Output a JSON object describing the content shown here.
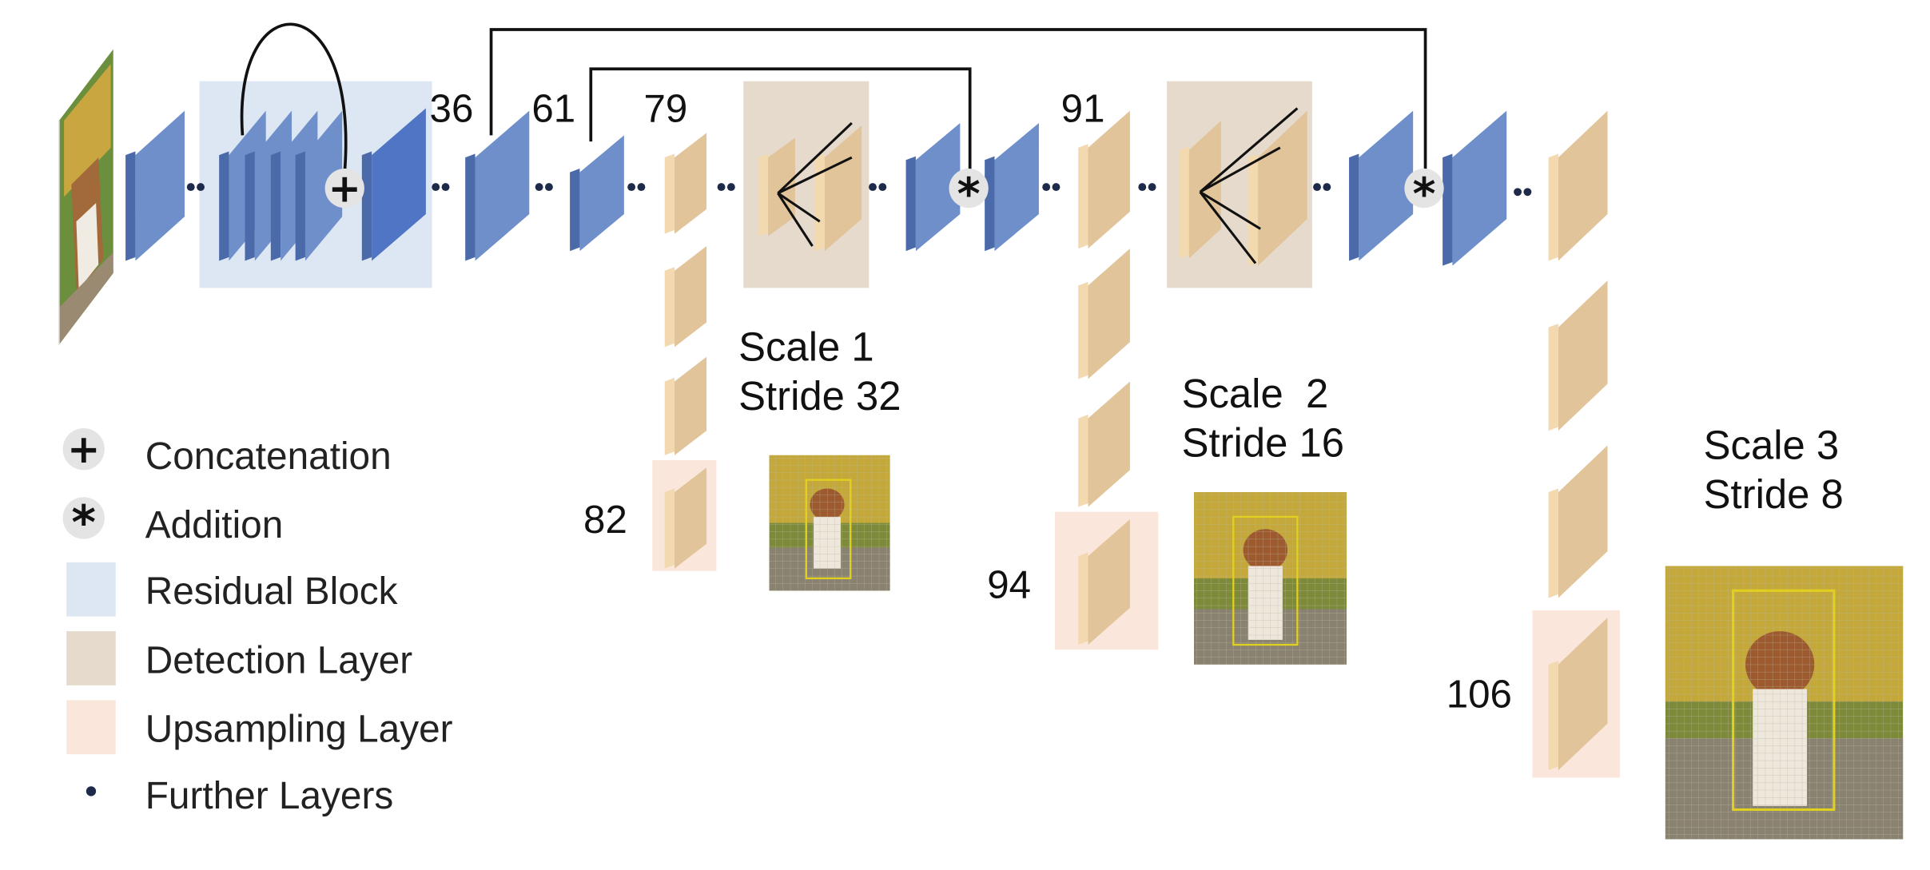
{
  "layer_numbers": [
    "36",
    "61",
    "79",
    "91",
    "82",
    "94",
    "106"
  ],
  "scales": [
    {
      "scale": "Scale 1",
      "stride": "Stride 32"
    },
    {
      "scale": "Scale  2",
      "stride": "Stride 16"
    },
    {
      "scale": "Scale 3",
      "stride": "Stride 8"
    }
  ],
  "symbols": {
    "concat": "+",
    "add": "*"
  },
  "legend": [
    {
      "label": "Concatenation",
      "icon": "plus-circle-icon"
    },
    {
      "label": "Addition",
      "icon": "asterisk-circle-icon"
    },
    {
      "label": "Residual Block",
      "icon": "swatch",
      "color": "#dde7f4"
    },
    {
      "label": "Detection Layer",
      "icon": "swatch",
      "color": "#e5dacb"
    },
    {
      "label": "Upsampling Layer",
      "icon": "swatch",
      "color": "#fbe6dc"
    },
    {
      "label": "Further Layers",
      "icon": "dot-icon",
      "color": "#1e2a4a"
    }
  ],
  "colors": {
    "blue_face": "#6f8fca",
    "blue_side": "#4a6aaa",
    "dark_blue_face": "#4f75c4",
    "tan_face": "#e2c49a",
    "tan_side": "#f3d9b0",
    "residual_bg": "#dde7f4",
    "detection_bg": "#e5dacb",
    "upsample_bg": "#fbe6dc"
  }
}
